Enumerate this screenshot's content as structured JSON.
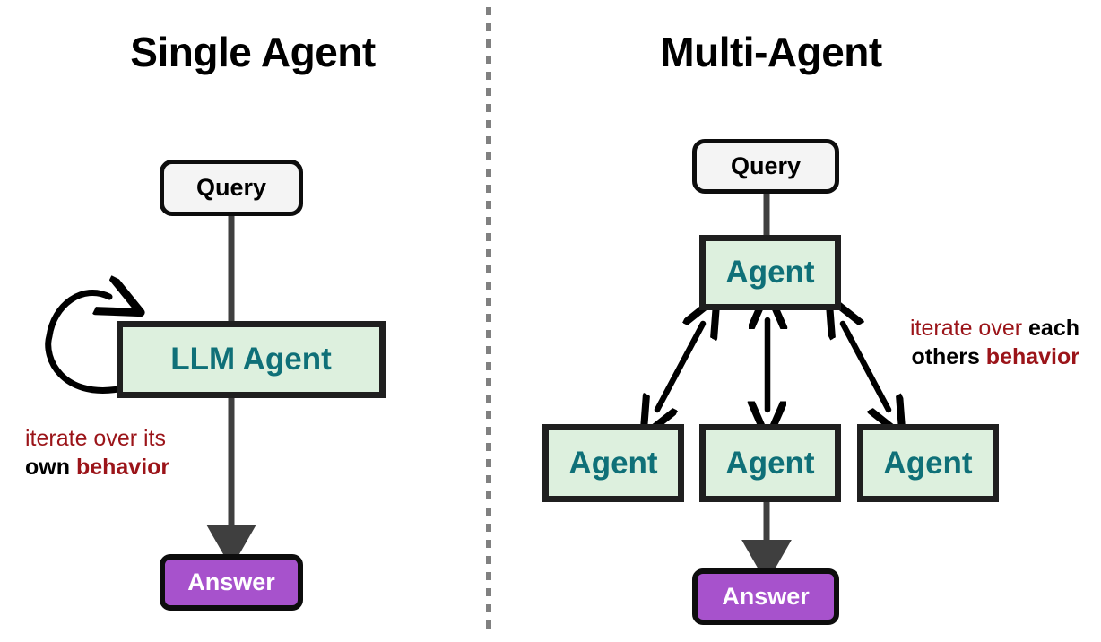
{
  "figure": {
    "title_left": "Single Agent",
    "title_right": "Multi-Agent",
    "background": "#ffffff",
    "divider": {
      "style": "dashed-vertical",
      "color": "#808080"
    }
  },
  "colors": {
    "agent_fill": "#ddf0de",
    "agent_border": "#1f1f1f",
    "agent_text": "#0f7078",
    "query_fill": "#f4f4f4",
    "query_border": "#0d0d0d",
    "answer_fill": "#a752cc",
    "answer_border": "#0d0d0d",
    "answer_text": "#ffffff",
    "connector": "#3f3f3f",
    "arrow_black": "#000000",
    "annotation_red": "#9b1419",
    "annotation_black": "#000000",
    "divider_gray": "#808080"
  },
  "left_panel": {
    "title": "Single Agent",
    "nodes": {
      "query": "Query",
      "agent": "LLM Agent",
      "answer": "Answer"
    },
    "annotation": {
      "line1_red": "iterate over its",
      "line2_black": "own",
      "line2_red": "behavior",
      "full_text": "iterate over its own behavior"
    },
    "self_loop": "self-iteration-loop"
  },
  "right_panel": {
    "title": "Multi-Agent",
    "nodes": {
      "query": "Query",
      "agent_top": "Agent",
      "agent_bottom_left": "Agent",
      "agent_bottom_center": "Agent",
      "agent_bottom_right": "Agent",
      "answer": "Answer"
    },
    "annotation": {
      "line1_red": "iterate over",
      "line1_black": "each",
      "line2_black": "others",
      "line2_red": "behavior",
      "full_text": "iterate over each others behavior"
    },
    "arrows": [
      "bidirectional-top-to-bottom-left",
      "bidirectional-top-to-bottom-center",
      "bidirectional-top-to-bottom-right"
    ]
  }
}
